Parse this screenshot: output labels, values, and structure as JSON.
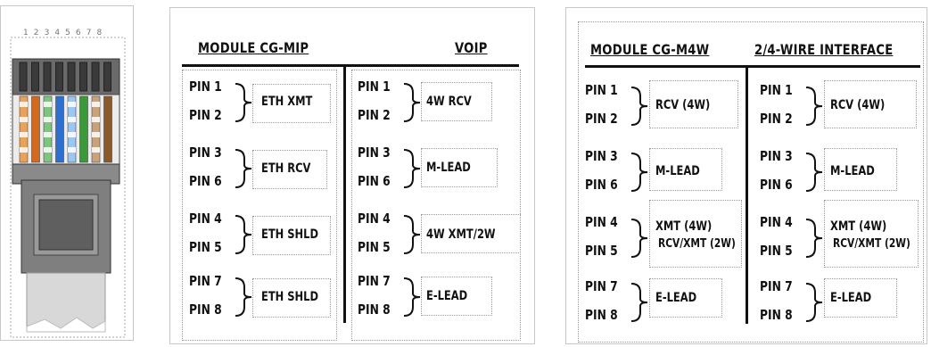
{
  "connector": {
    "pin_numbers": "1 2 3 4 5 6 7 8"
  },
  "panel_mip": {
    "module": "MODULE CG-MIP",
    "interface": "VOIP",
    "left": [
      {
        "pin_a": "PIN 1",
        "pin_b": "PIN 2",
        "label": "ETH XMT"
      },
      {
        "pin_a": "PIN 3",
        "pin_b": "PIN 6",
        "label": "ETH RCV"
      },
      {
        "pin_a": "PIN 4",
        "pin_b": "PIN 5",
        "label": "ETH SHLD"
      },
      {
        "pin_a": "PIN 7",
        "pin_b": "PIN 8",
        "label": "ETH SHLD"
      }
    ],
    "right": [
      {
        "pin_a": "PIN 1",
        "pin_b": "PIN 2",
        "label": "4W RCV"
      },
      {
        "pin_a": "PIN 3",
        "pin_b": "PIN 6",
        "label": "M-LEAD"
      },
      {
        "pin_a": "PIN 4",
        "pin_b": "PIN 5",
        "label": "4W XMT/2W"
      },
      {
        "pin_a": "PIN 7",
        "pin_b": "PIN 8",
        "label": "E-LEAD"
      }
    ]
  },
  "panel_m4w": {
    "module": "MODULE CG-M4W",
    "interface": "2/4-WIRE INTERFACE",
    "left": [
      {
        "pin_a": "PIN 1",
        "pin_b": "PIN 2",
        "label": "RCV (4W)"
      },
      {
        "pin_a": "PIN 3",
        "pin_b": "PIN 6",
        "label": "M-LEAD"
      },
      {
        "pin_a": "PIN 4",
        "pin_b": "PIN 5",
        "label": "XMT (4W)",
        "label2": "RCV/XMT (2W)"
      },
      {
        "pin_a": "PIN 7",
        "pin_b": "PIN 8",
        "label": "E-LEAD"
      }
    ],
    "right": [
      {
        "pin_a": "PIN 1",
        "pin_b": "PIN 2",
        "label": "RCV (4W)"
      },
      {
        "pin_a": "PIN 3",
        "pin_b": "PIN 6",
        "label": "M-LEAD"
      },
      {
        "pin_a": "PIN 4",
        "pin_b": "PIN 5",
        "label": "XMT (4W)",
        "label2": "RCV/XMT (2W)"
      },
      {
        "pin_a": "PIN 7",
        "pin_b": "PIN 8",
        "label": "E-LEAD"
      }
    ]
  },
  "colors": {
    "wires": [
      "#e9a25a",
      "#d2691e",
      "#7fc47f",
      "#2e6fd0",
      "#9ec7f0",
      "#3a9a3a",
      "#c9a27a",
      "#8b5a2b"
    ]
  }
}
